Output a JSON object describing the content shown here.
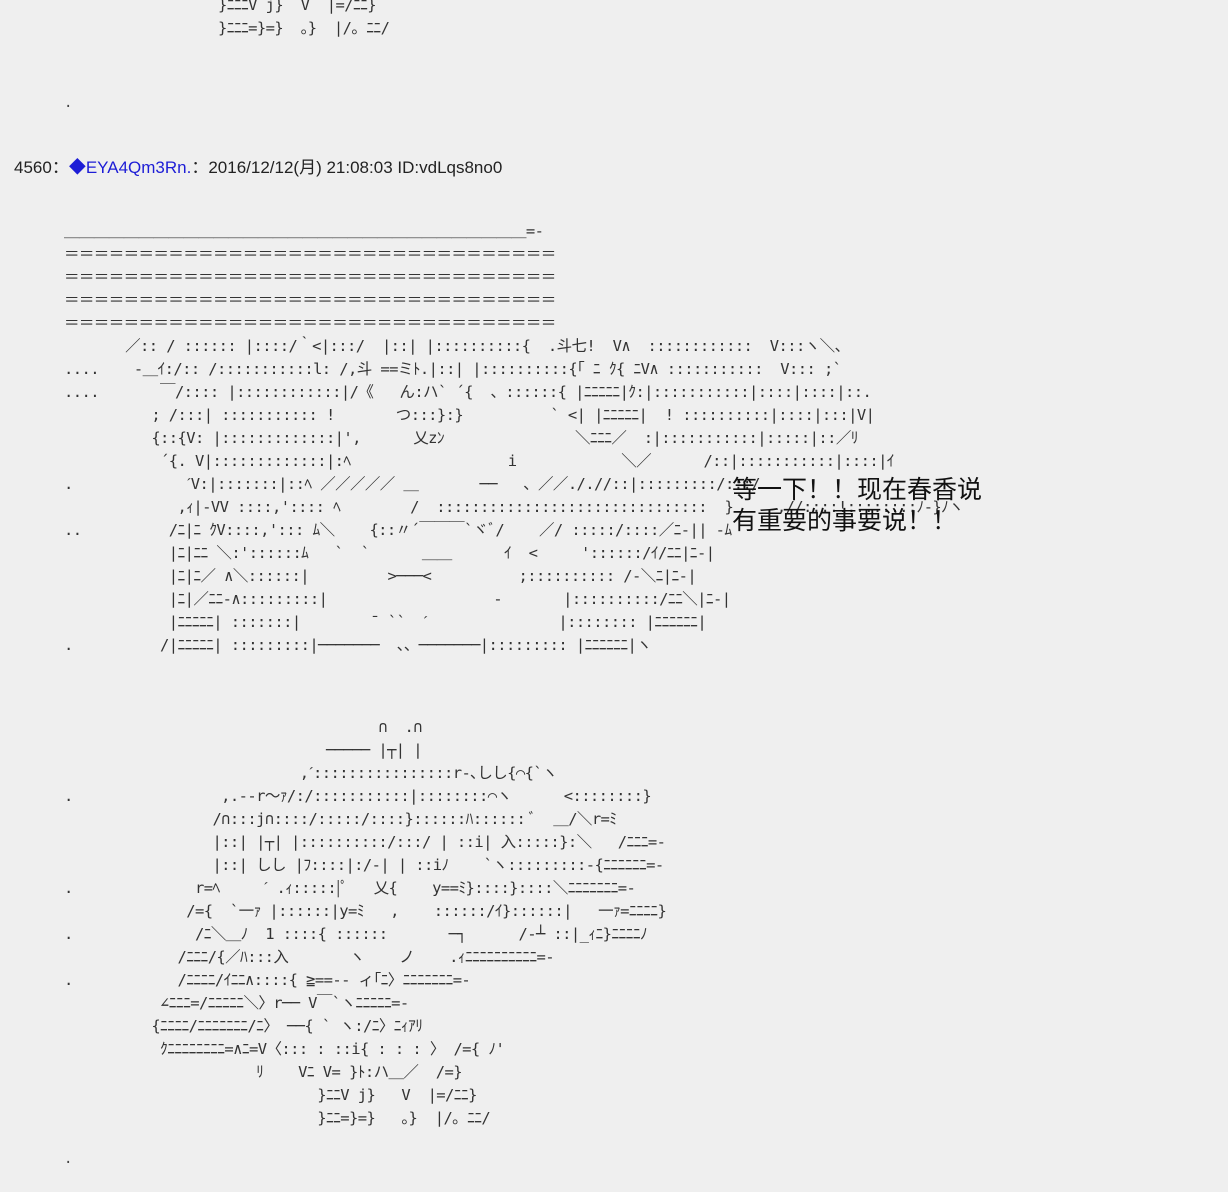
{
  "top_fragment": {
    "lines": [
      "}ﾆﾆﾆV j}  V  |=/ﾆﾆ}",
      "}ﾆﾆﾆ=}=}  。}  |/。ﾆﾆ/"
    ]
  },
  "dots": [
    ".",
    "."
  ],
  "post": {
    "number": "4560",
    "separator": "：",
    "name": "◆EYA4Qm3Rn.",
    "date_sep": "：",
    "datetime": "2016/12/12(月) 21:08:03",
    "id": "ID:vdLqs8no0"
  },
  "art_main": {
    "lines": [
      "＿＿＿＿＿＿＿＿＿＿＿＿＿＿＿＿＿＿＿＿＿＿＿＿＿＿＿＿＿＿＿=-",
      "＝＝＝＝＝＝＝＝＝＝＝＝＝＝＝＝＝＝＝＝＝＝＝＝＝＝＝＝＝＝＝＝＝",
      "＝＝＝＝＝＝＝＝＝＝＝＝＝＝＝＝＝＝＝＝＝＝＝＝＝＝＝＝＝＝＝＝＝",
      "＝＝＝＝＝＝＝＝＝＝＝＝＝＝＝＝＝＝＝＝＝＝＝＝＝＝＝＝＝＝＝＝＝",
      "＝＝＝＝＝＝＝＝＝＝＝＝＝＝＝＝＝＝＝＝＝＝＝＝＝＝＝＝＝＝＝＝＝",
      "       ／:: / :::::: |::::/｀<|:::/  |::| |::::::::::{  .斗七!  V∧  ::::::::::::  V:::ヽ＼、",
      "....    -＿ｲ:/:: /:::::::::::l: /,斗 ==ミﾄ.|::| |::::::::::{｢ ﾆ ｸ{ ﾆV∧ :::::::::::  V::: ;`",
      "....       ￣/:::: |::::::::::::|/《   ん:ハ` ´{  、::::::{ |ﾆﾆﾆﾆﾆ|ｸ:|:::::::::::|::::|::::|::.",
      "          ; /:::| ::::::::::: !       つ:::}:}          ` <| |ﾆﾆﾆﾆﾆ|  ! ::::::::::|::::|:::|V|",
      "          {::{V: |:::::::::::::|',      乂zﾝ               ＼ﾆﾆﾆ／  :|:::::::::::|:::::|::／ﾘ",
      "           ´{. V|:::::::::::::|:ﾍ                  i            ＼／      /::|:::::::::::|::::|ｲ",
      ".             ˊV:|:::::::|::ﾍ ／／／／／ ＿       ──   、／／././/::|:::::::::/:::/",
      "             ,ｨ|-VV ::::,':::: ﾍ        /  :::::::::::::::::::::::::::::::  }     ,//::::!::::::::ﾉ-}ﾉヽ",
      "..          /ﾆ|ﾆ ｸV::::,'::: ﾑ＼    {::〃´￣￣￣`ヾﾞ/    ／/ :::::/::::／ﾆ-|| -ﾑ",
      "            |ﾆ|ﾆﾆ ＼:'::::::ﾑ   `  `      ＿＿      ｲ  <     '::::::/ｲ/ﾆﾆ|ﾆ-|",
      "            |ﾆ|ﾆ／ ∧＼::::::|         >───<          ;:::::::::: /-＼ﾆ|ﾆ-|",
      "            |ﾆ|／ﾆﾆ-∧:::::::::|                   ‐       |::::::::::/ﾆﾆ＼|ﾆ-|",
      "            |ﾆﾆﾆﾆﾆ| :::::::|        ˉ ``  ˊ               |:::::::: |ﾆﾆﾆﾆﾆﾆ|",
      ".          /|ﾆﾆﾆﾆﾆ| :::::::::|───────  、、───────|::::::::: |ﾆﾆﾆﾆﾆﾆ|ヽ"
    ]
  },
  "caption": {
    "line1": "等一下！！现在春香说",
    "line2": "有重要的事要说！！"
  },
  "art_lower": {
    "lines": [
      "                                    ∩  .∩",
      "                              ───── |┬| |",
      "                           ,ˊ::::::::::::::::r‐､しし{⌒{`ヽ",
      ".                 ,.-‐r〜ｧ/:/:::::::::::|::::::::⌒ヽ      <::::::::}",
      "                 /∩:::j∩::::/:::::/::::}::::::ﾊ:::::: ﾞ  ＿/＼r=ﾐ",
      "                 |::| |┬| |::::::::::/:::/ | ::i| 入:::::}:＼   /ﾆﾆﾆ=-",
      "                 |::| しし |ﾌ::::|:/-| | ::iﾉ    `ヽ:::::::::-{ﾆﾆﾆﾆﾆﾆ=-",
      ".              r=ﾍ     ˊ .ｨ:::::|ﾟ   乂{    y==ﾐ}::::}::::＼ﾆﾆﾆﾆﾆﾆﾆ=-",
      "              /={  `一ｧ |::::::|y=ﾐ   ,    ::::::/ｲ}::::::|   一ｧ=ﾆﾆﾆﾆ}",
      ".              /ﾆ＼＿ﾉ  1 ::::{ ::::::       ─┐      /‐┴ ::|_ｨﾆ}ﾆﾆﾆﾆﾉ",
      "             /ﾆﾆﾆ/{／ﾊ:::入       ヽ    ノ    .ｨﾆﾆﾆﾆﾆﾆﾆﾆﾆﾆ=-",
      ".            /ﾆﾆﾆﾆ/ｲﾆﾆ∧::::{ ≧==-- ィ｢ﾆ〉ﾆﾆﾆﾆﾆﾆﾆ=-",
      "           ∠ﾆﾆﾆ=/ﾆﾆﾆﾆﾆ＼〉r── V￣`ヽﾆﾆﾆﾆﾆ=-",
      "          {ﾆﾆﾆﾆ/ﾆﾆﾆﾆﾆﾆﾆ/ﾆ〉 ──{ ` ヽ:/ﾆ〉ﾆｨｱﾘ",
      "           ｸﾆﾆﾆﾆﾆﾆﾆﾆ=∧ﾆ=V〈::: : ::i{ : : : 〉 /={ ﾉ'",
      "                      ﾘ    Vﾆ V= }ﾄ:ハ＿／  /=}",
      "                             }ﾆﾆV j}   V  |=/ﾆﾆ}",
      "                             }ﾆﾆ=}=}   。}  |/。ﾆﾆ/"
    ]
  }
}
